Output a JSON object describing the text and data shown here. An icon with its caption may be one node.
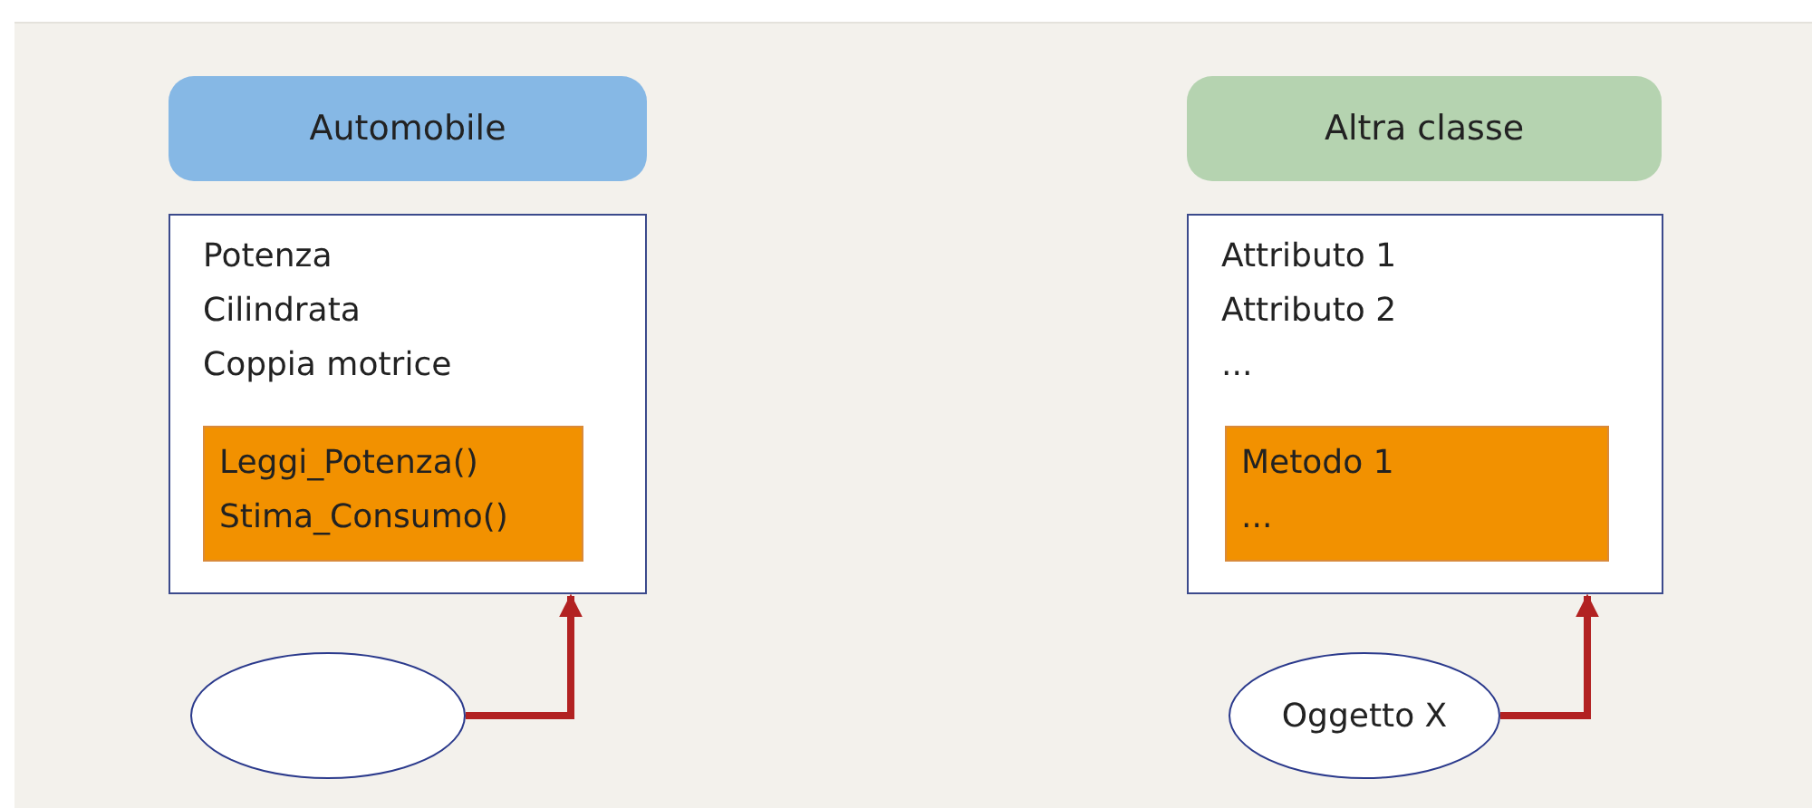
{
  "diagram": {
    "nodes": [
      {
        "text": [
          "Automobile"
        ]
      },
      {
        "text": [
          "Potenza",
          "Cilindrata",
          "Coppia motrice"
        ]
      },
      {
        "text": [
          "Leggi_Potenza()",
          "Stima_Consumo()"
        ],
        "in": 1
      },
      {
        "text": [],
        "shape": "ellipse"
      },
      {
        "text": [
          "Altra classe"
        ]
      },
      {
        "text": [
          "Attributo 1",
          "Attributo 2",
          "..."
        ]
      },
      {
        "text": [
          "Metodo 1",
          "..."
        ],
        "in": 5
      },
      {
        "text": [
          "Oggetto X"
        ]
      }
    ],
    "edges": [
      {
        "from": 3,
        "to": 1,
        "arrow": "to"
      },
      {
        "from": 7,
        "to": 5,
        "arrow": "to"
      }
    ]
  }
}
